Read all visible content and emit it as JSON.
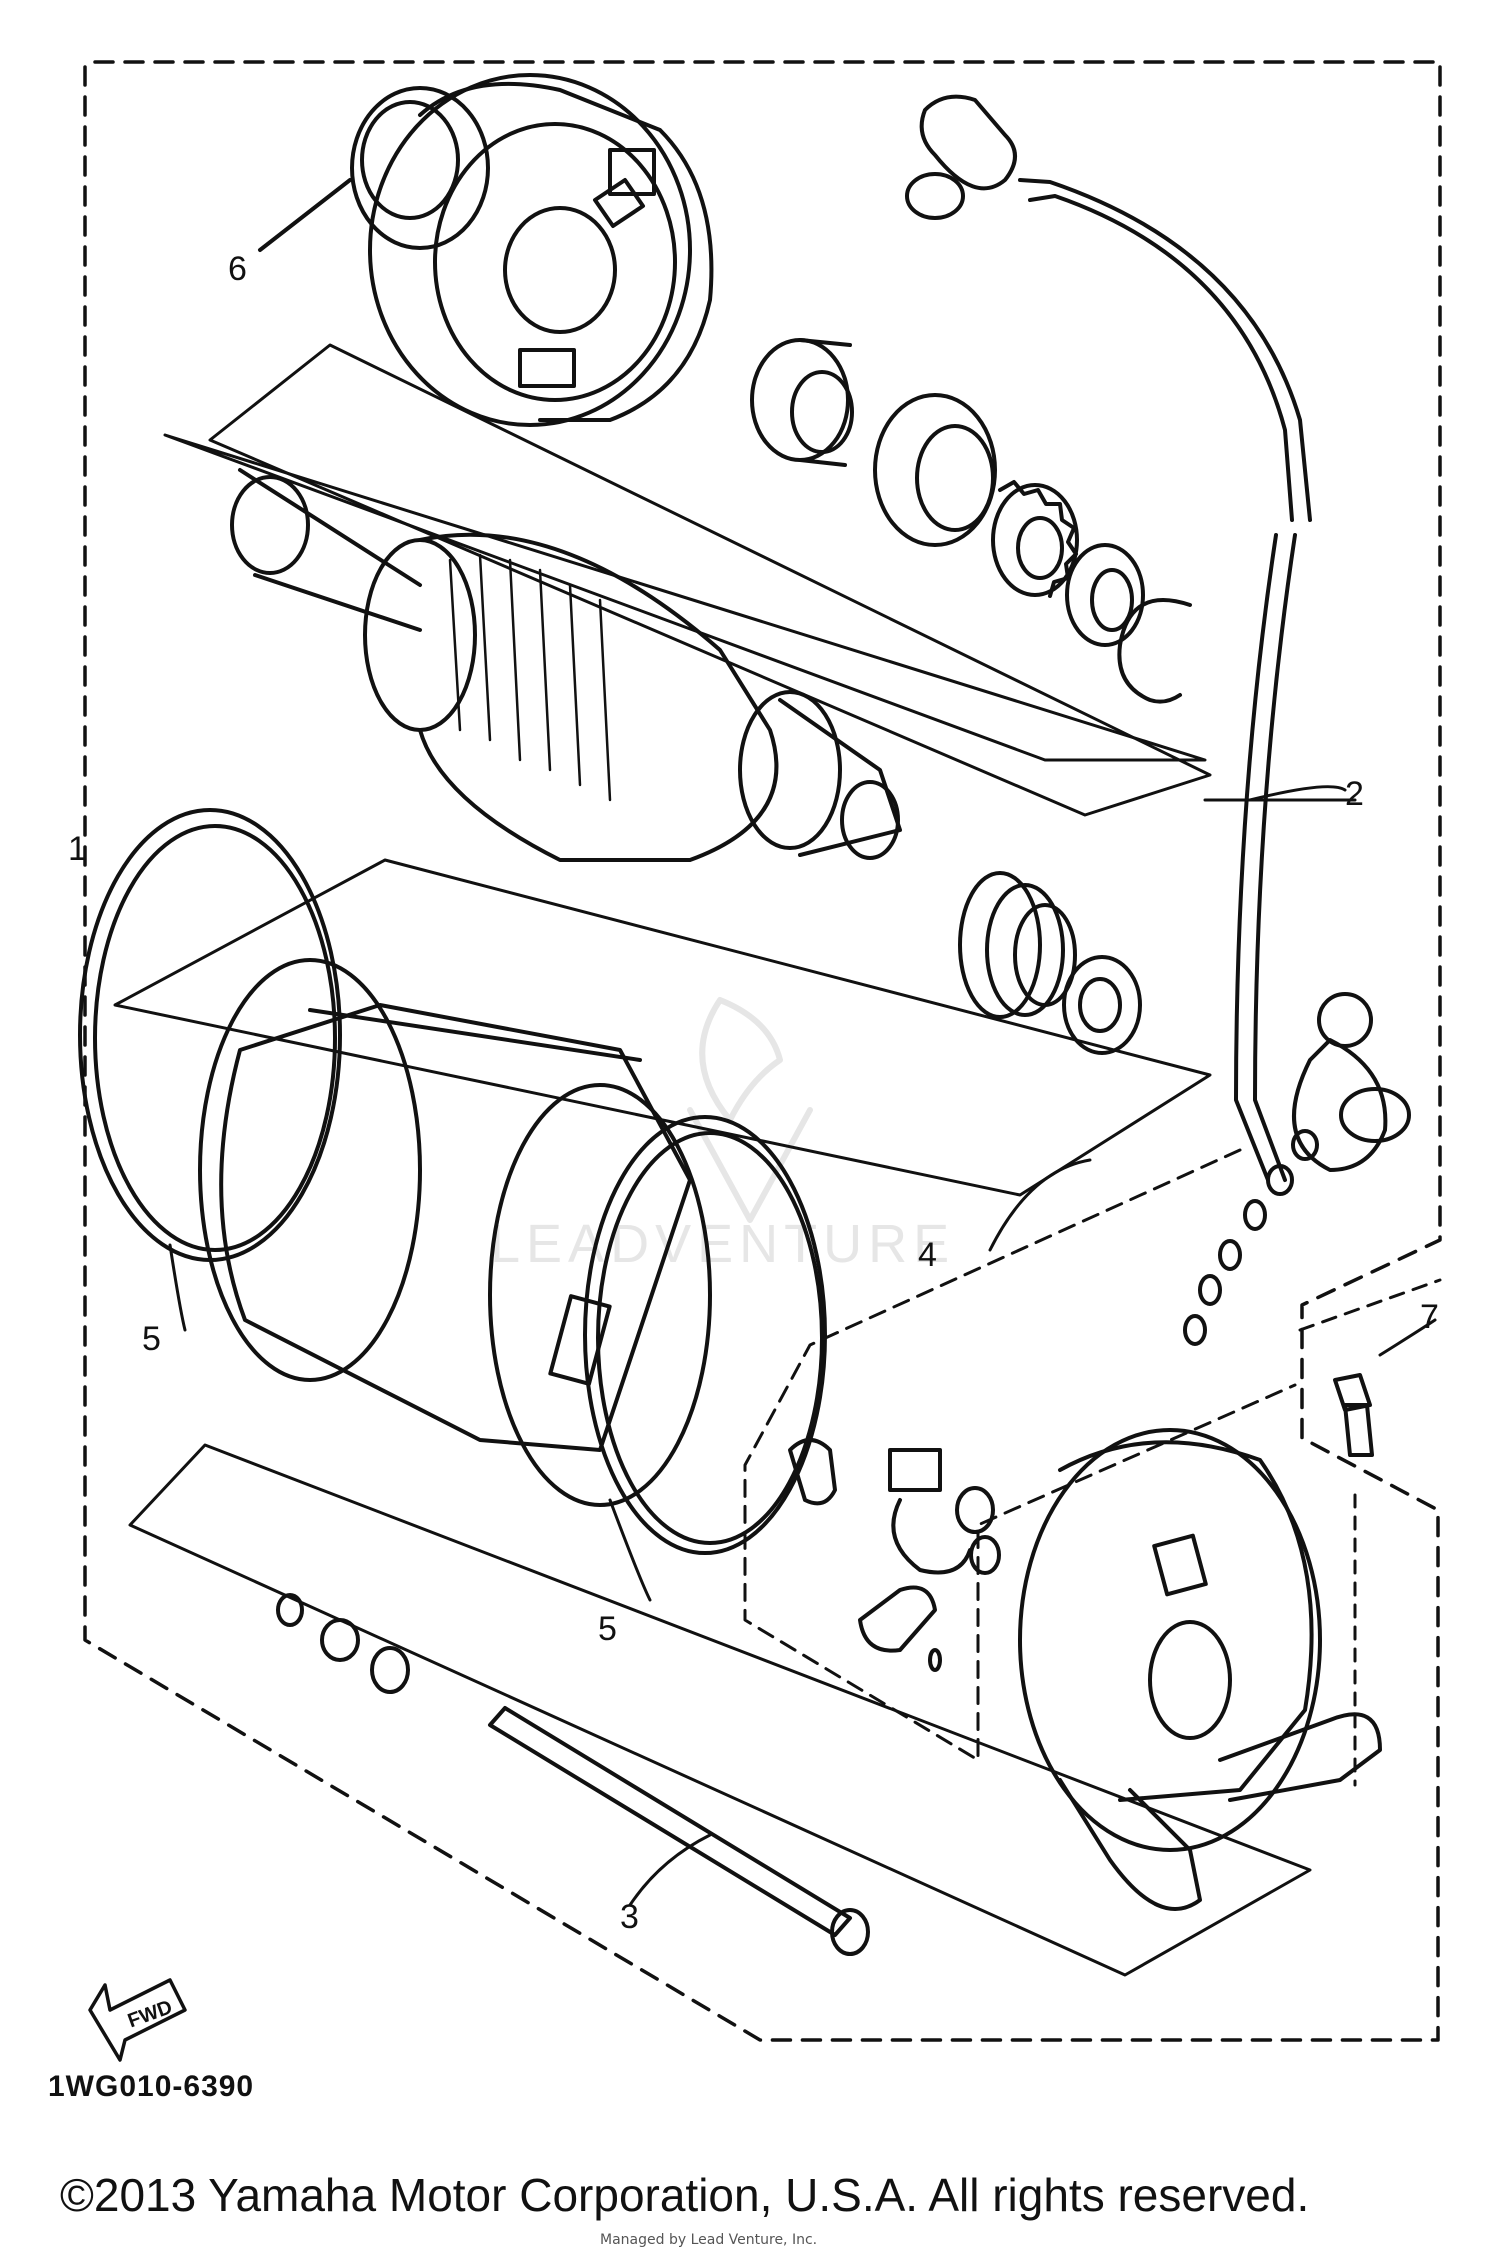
{
  "callouts": {
    "c1": "1",
    "c2": "2",
    "c3": "3",
    "c4": "4",
    "c5a": "5",
    "c5b": "5",
    "c6": "6",
    "c7": "7"
  },
  "fwd_label": "FWD",
  "diagram_code": "1WG010-6390",
  "copyright": "©2013 Yamaha Motor Corporation, U.S.A. All rights reserved.",
  "credit": "Managed by Lead Venture, Inc.",
  "watermark": "LEADVENTURE",
  "colors": {
    "ink": "#111111",
    "paper": "#ffffff",
    "watermark": "#e6e6e6"
  }
}
